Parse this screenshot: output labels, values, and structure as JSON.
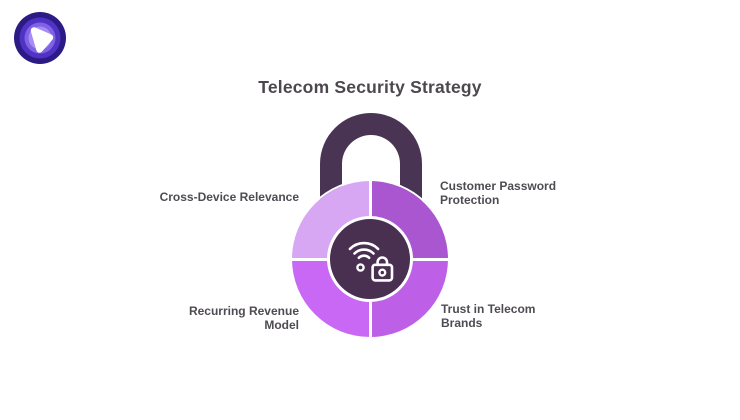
{
  "logo": {
    "name": "purevpn-logo",
    "colors": {
      "outer": "#2D1B85",
      "ring": "#5032C5",
      "inner_ring": "#8062E5",
      "core": "#A78CF1",
      "mark": "#FFFFFF"
    }
  },
  "title": "Telecom Security Strategy",
  "diagram": {
    "type": "padlock-infographic",
    "lock": {
      "shackle_color": "#4A3453",
      "hub_color": "#493051",
      "hub_border_color": "#FFFFFF",
      "hub_icon": "wifi-lock-icon",
      "divider_color": "#FFFFFF"
    },
    "segments": [
      {
        "position": "top-left",
        "label": "Cross-Device Relevance",
        "color": "#D7A7F3"
      },
      {
        "position": "top-right",
        "label": "Customer Password Protection",
        "color": "#AA56D1"
      },
      {
        "position": "bottom-left",
        "label": "Recurring Revenue Model",
        "color": "#C868F5"
      },
      {
        "position": "bottom-right",
        "label": "Trust in Telecom Brands",
        "color": "#BD60E7"
      }
    ]
  },
  "colors": {
    "background": "#FFFFFF",
    "title_text": "#4C484E",
    "label_text": "#4F4B52"
  }
}
